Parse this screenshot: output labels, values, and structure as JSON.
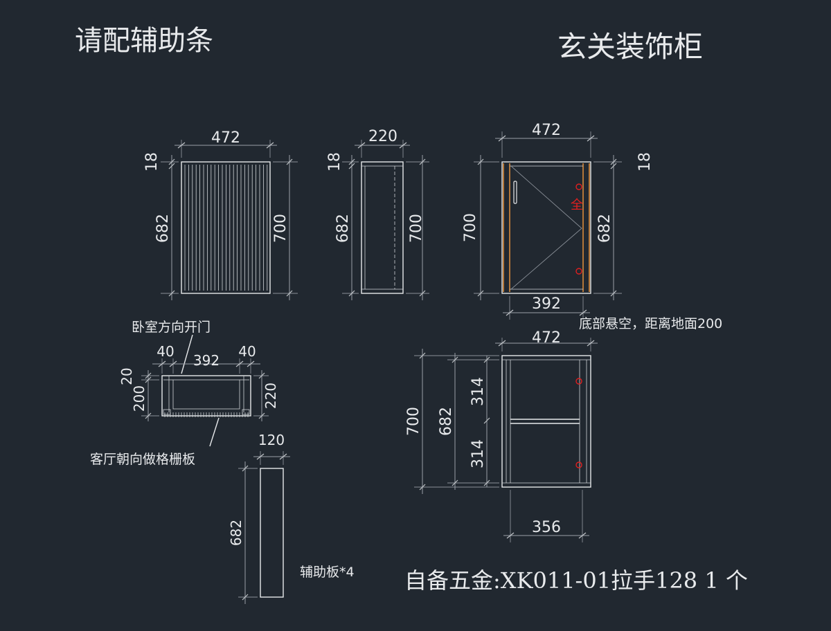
{
  "titles": {
    "left": "请配辅助条",
    "right": "玄关装饰柜"
  },
  "view1": {
    "width": "472",
    "top_thk": "18",
    "height_inner": "682",
    "height": "700"
  },
  "view2": {
    "width": "220",
    "top_thk": "18",
    "height_inner": "682",
    "height": "700"
  },
  "view3": {
    "width": "472",
    "bottom_width": "392",
    "height": "700",
    "top_thk": "18",
    "height_inner": "682",
    "mark": "全"
  },
  "note_bottom": "底部悬空，距离地面200",
  "plan": {
    "note_top": "卧室方向开门",
    "left_gap": "40",
    "mid": "392",
    "right_gap": "40",
    "top": "20",
    "left_h": "200",
    "right_h": "220",
    "note_bottom": "客厅朝向做格栅板"
  },
  "strip": {
    "width": "120",
    "height": "682",
    "label": "辅助板*4"
  },
  "view4": {
    "width": "472",
    "height": "700",
    "inner": "682",
    "upper": "314",
    "lower": "314",
    "bottom_width": "356"
  },
  "hardware": "自备五金:XK011-01拉手128  1 个",
  "colors": {
    "background": "#212830",
    "line": "#e8eaec",
    "edge": "#d98a3a",
    "hardware_mark": "#e02020"
  }
}
